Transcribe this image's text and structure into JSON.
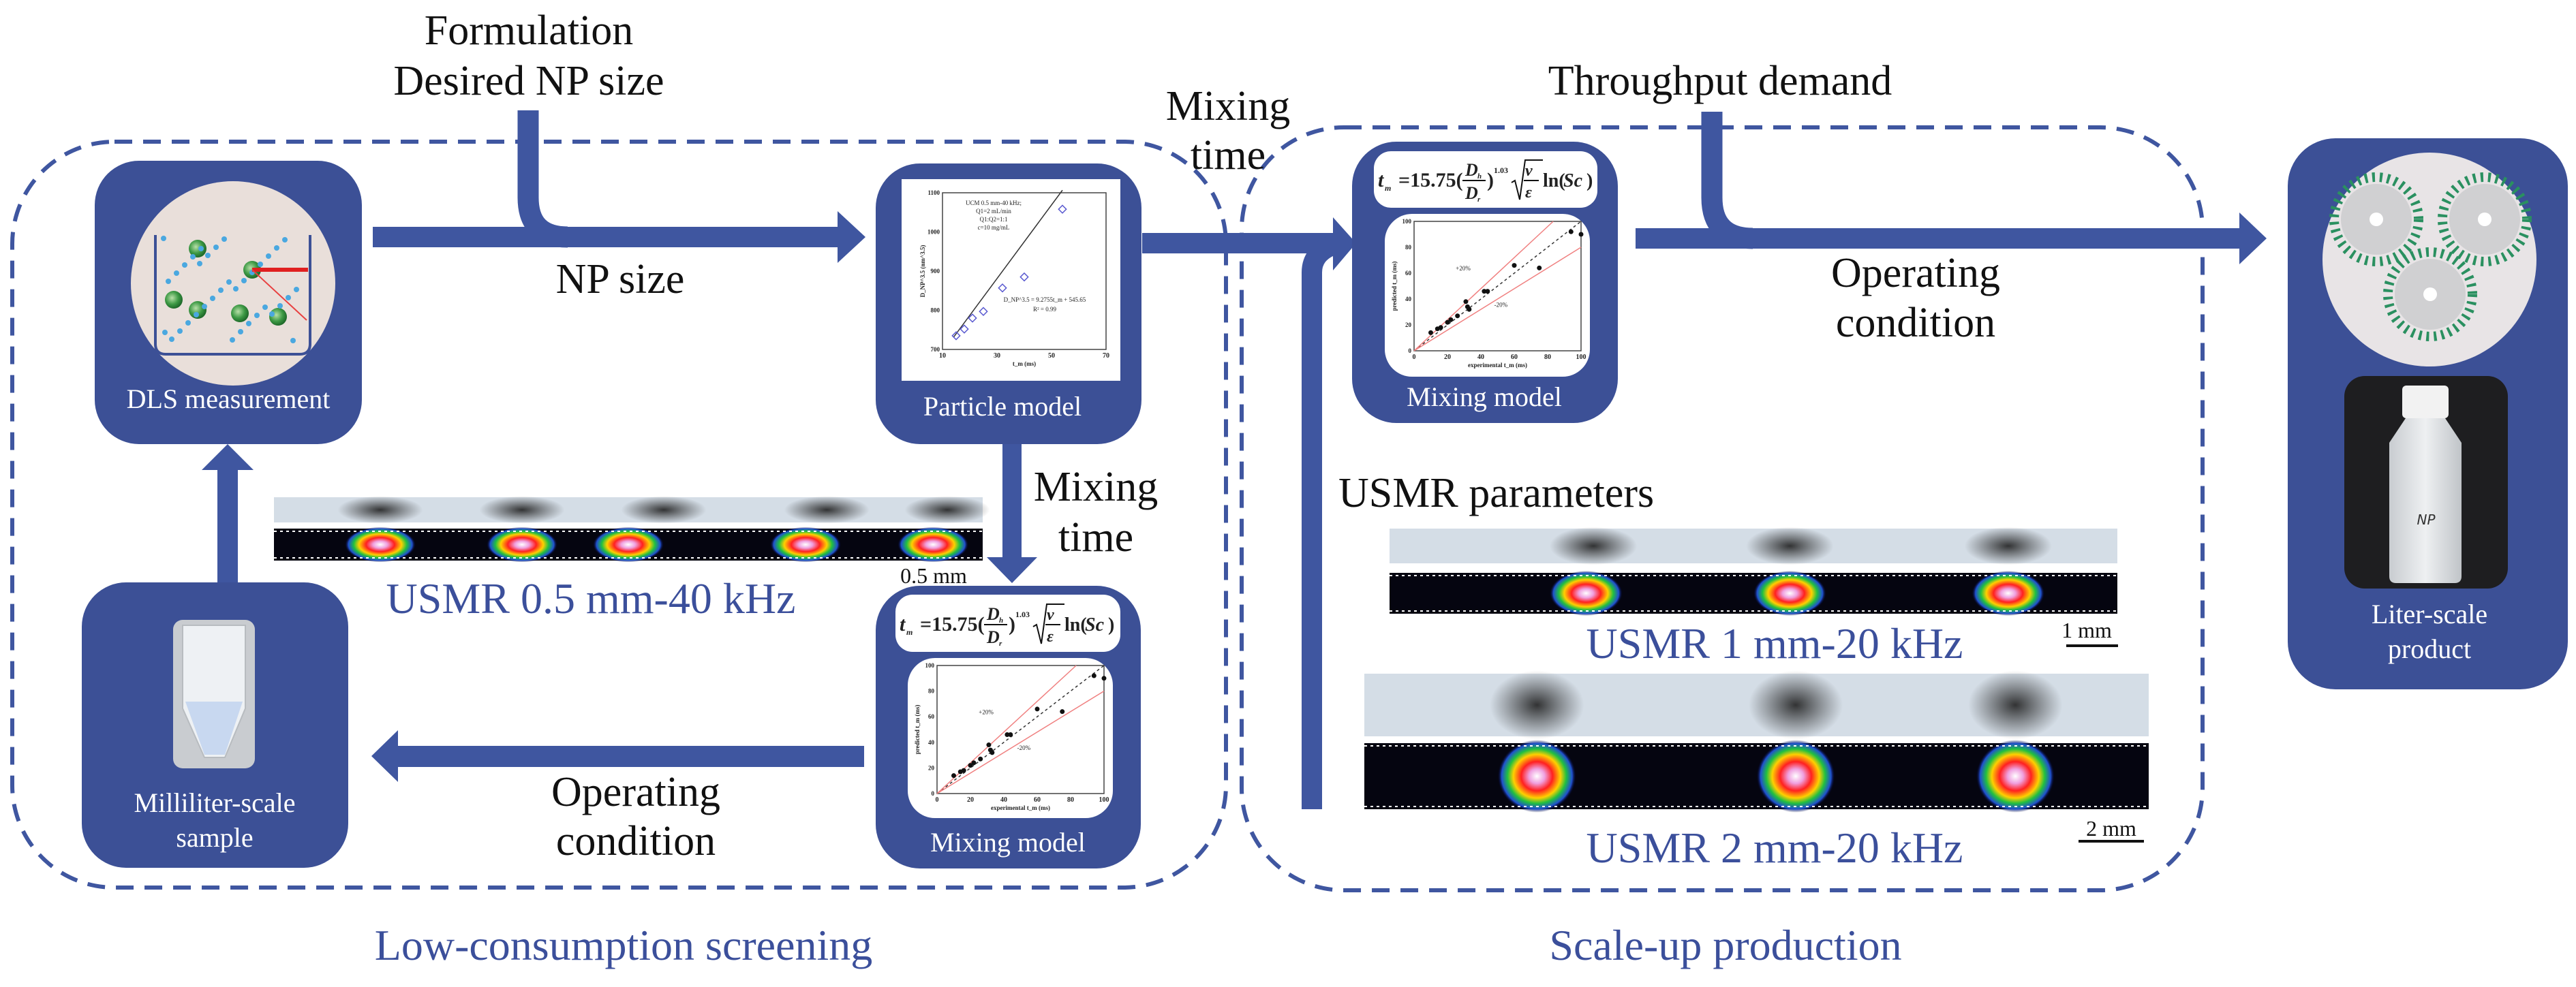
{
  "colors": {
    "box_blue": "#3c5096",
    "arrow_blue": "#3f56a0",
    "label_blue": "#3b4f9b",
    "dashed_border": "#3f56a0",
    "limit_lines": "#f08080"
  },
  "inputs": {
    "formulation": "Formulation",
    "desired_np_size": "Desired NP size",
    "throughput_demand": "Throughput demand"
  },
  "arrows": {
    "np_size": "NP size",
    "mixing_time_top": [
      "Mixing",
      "time"
    ],
    "mixing_time_down": [
      "Mixing",
      "time"
    ],
    "operating_condition_left": [
      "Operating",
      "condition"
    ],
    "operating_condition_right": [
      "Operating",
      "condition"
    ],
    "usmr_parameters": "USMR parameters"
  },
  "boxes": {
    "dls": "DLS measurement",
    "particle_model": "Particle model",
    "mixing_model": "Mixing model",
    "milliliter_sample": [
      "Milliliter-scale",
      "sample"
    ],
    "liter_product": [
      "Liter-scale",
      "product"
    ]
  },
  "bottle_label": "NP",
  "usmr": [
    {
      "label": "USMR 0.5 mm-40 kHz",
      "scale": "0.5 mm"
    },
    {
      "label": "USMR 1 mm-20 kHz",
      "scale": "1 mm"
    },
    {
      "label": "USMR 2 mm-20 kHz",
      "scale": "2 mm"
    }
  ],
  "sections": {
    "left": "Low-consumption screening",
    "right": "Scale-up production"
  },
  "formula": {
    "t": "t",
    "m": "m",
    "eq": "=15.75(",
    "Dh": "D",
    "h": "h",
    "Dr": "D",
    "r": "r",
    "close": ")",
    "exp": "1.03",
    "nu": "ν",
    "eps": "ε",
    "ln": "ln(",
    "Sc": "Sc",
    "rp": ")"
  },
  "chart_data": [
    {
      "type": "scatter",
      "name": "particle-model",
      "xlabel": "t_m (ms)",
      "ylabel": "D_NP^3.5 (nm^3.5)",
      "xlim": [
        10,
        70
      ],
      "ylim": [
        700,
        1100
      ],
      "xticks": [
        "10",
        "30",
        "50",
        "70"
      ],
      "yticks": [
        "700",
        "800",
        "900",
        "1000",
        "1100"
      ],
      "annotation": [
        "UCM 0.5 mm-40 kHz;",
        "Q1=2 mL/min",
        "Q1:Q2=1:1",
        "c=10 mg/mL"
      ],
      "fit_label": [
        "D_NP^3.5 = 9.2755t_m + 545.65",
        "R² = 0.99"
      ],
      "fit": {
        "slope": 9.2755,
        "intercept": 545.65
      },
      "points": [
        [
          15,
          735
        ],
        [
          18,
          752
        ],
        [
          21,
          780
        ],
        [
          25,
          797
        ],
        [
          32,
          857
        ],
        [
          40,
          885
        ],
        [
          54,
          1058
        ]
      ]
    },
    {
      "type": "scatter",
      "name": "mixing-model",
      "xlabel": "experimental t_m (ms)",
      "ylabel": "predicted t_m (ms)",
      "xlim": [
        0,
        100
      ],
      "ylim": [
        0,
        100
      ],
      "xticks": [
        "0",
        "20",
        "40",
        "60",
        "80",
        "100"
      ],
      "yticks": [
        "0",
        "20",
        "40",
        "60",
        "80",
        "100"
      ],
      "bands": [
        "+20%",
        "-20%"
      ],
      "points": [
        [
          10,
          14
        ],
        [
          14,
          17
        ],
        [
          16,
          18
        ],
        [
          20,
          22
        ],
        [
          22,
          24
        ],
        [
          26,
          27
        ],
        [
          31,
          38
        ],
        [
          32,
          34
        ],
        [
          33,
          32
        ],
        [
          42,
          46
        ],
        [
          44,
          46
        ],
        [
          60,
          66
        ],
        [
          75,
          64
        ],
        [
          94,
          92
        ],
        [
          100,
          90
        ]
      ]
    }
  ]
}
